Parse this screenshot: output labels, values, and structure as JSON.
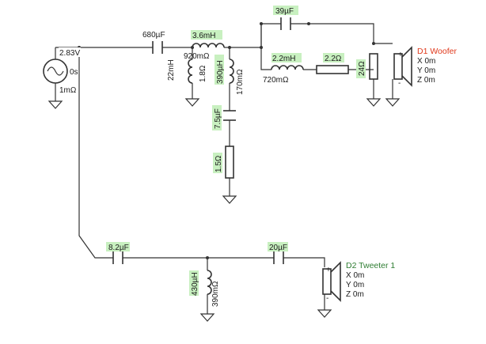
{
  "colors": {
    "wire": "#333333",
    "highlight": "#c8f0c0",
    "woofer": "#e0391c",
    "tweeter": "#2e7d32"
  },
  "source": {
    "voltage": "2.83V",
    "phase": "0s",
    "resistance": "1mΩ"
  },
  "woofer_branch": {
    "c_series": "680µF",
    "l_series": "3.6mH",
    "l_series_r": "920mΩ",
    "shunt1_l": "22mH",
    "shunt1_r": "1.8Ω",
    "shunt2_l": "390µH",
    "shunt2_r": "170mΩ",
    "shunt2_c": "7.5µF",
    "shunt2_res": "1.5Ω",
    "bypass_c": "39µF",
    "notch_l": "2.2mH",
    "notch_l_r": "720mΩ",
    "notch_res": "2.2Ω",
    "load_res": "24Ω"
  },
  "tweeter_branch": {
    "c1": "8.2µF",
    "shunt_l": "430µH",
    "shunt_l_r": "390mΩ",
    "c2": "20µF"
  },
  "drivers": {
    "woofer": {
      "title": "D1 Woofer",
      "x": "X 0m",
      "y": "Y 0m",
      "z": "Z 0m",
      "plus": "+",
      "minus": "-"
    },
    "tweeter": {
      "title": "D2 Tweeter 1",
      "x": "X 0m",
      "y": "Y 0m",
      "z": "Z 0m",
      "plus": "+",
      "minus": "-"
    }
  }
}
